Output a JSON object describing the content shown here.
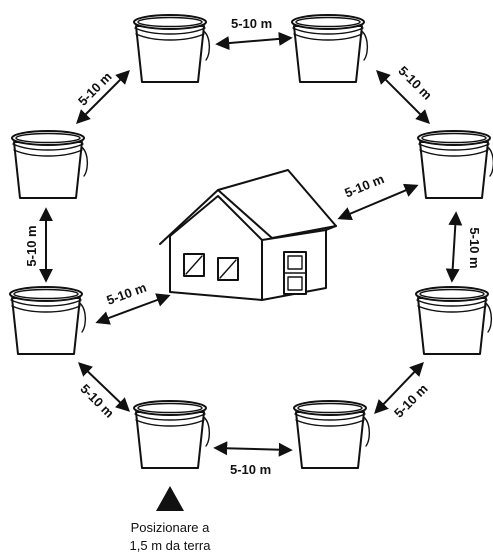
{
  "distance_labels": [
    {
      "id": "top",
      "text": "5-10 m"
    },
    {
      "id": "upper-left",
      "text": "5-10 m"
    },
    {
      "id": "upper-right",
      "text": "5-10 m"
    },
    {
      "id": "left",
      "text": "5-10 m"
    },
    {
      "id": "right",
      "text": "5-10 m"
    },
    {
      "id": "house-right",
      "text": "5-10 m"
    },
    {
      "id": "house-left",
      "text": "5-10 m"
    },
    {
      "id": "lower-left",
      "text": "5-10 m"
    },
    {
      "id": "lower-right",
      "text": "5-10 m"
    },
    {
      "id": "bottom",
      "text": "5-10 m"
    }
  ],
  "caption": {
    "line1": "Posizionare a",
    "line2": "1,5 m da terra"
  },
  "icons": {
    "bucket": "bucket-icon",
    "house": "house-icon",
    "marker": "triangle-marker-icon"
  }
}
